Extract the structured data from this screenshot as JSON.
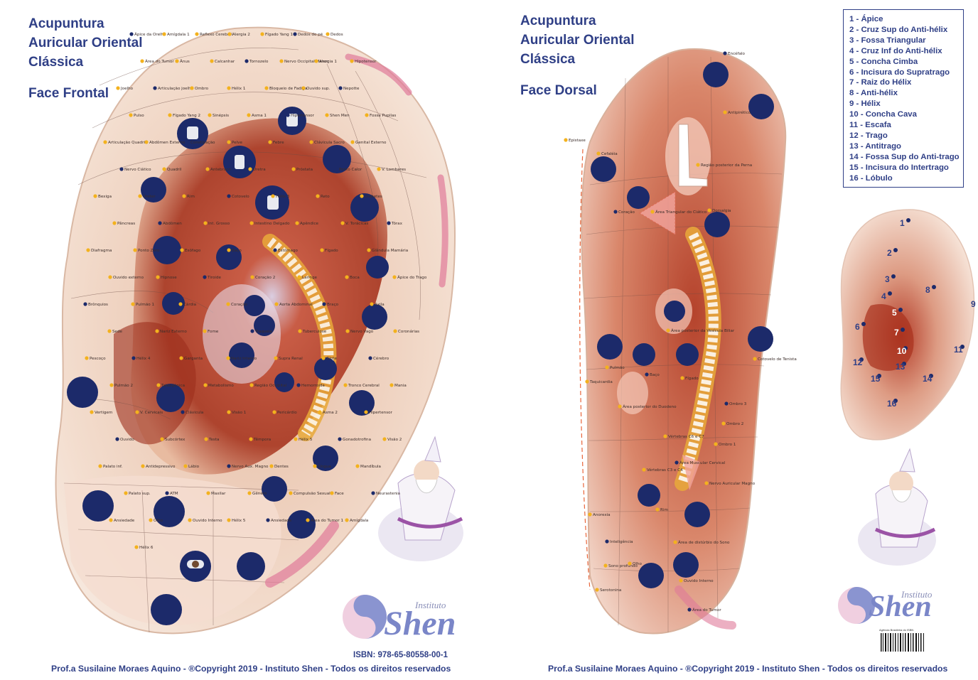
{
  "left_panel": {
    "title_lines": [
      "Acupuntura",
      "Auricular Oriental",
      "Clássica"
    ],
    "face": "Face Frontal",
    "points": [
      "Ápice da Orelha",
      "Amígdala 1",
      "Reflexo Cerebral",
      "Alergia 2",
      "Fígado Yang 1",
      "Dedos do pé",
      "Dedos",
      "Área do Tumor 2",
      "Ânus",
      "Calcanhar",
      "Tornozelo",
      "Nervo Occipital Menor",
      "Alergia 1",
      "Hipotensor",
      "Joelho",
      "Articulação joelho",
      "Ombro",
      "Hélix 1",
      "Bloqueio de Fadiga",
      "Ouvido sup.",
      "Nepotte",
      "Pulso",
      "Fígado Yang 2",
      "Sinépsis",
      "Asma 1",
      "Hipertensor",
      "Shen Men",
      "Fossa Pupilas",
      "Articulação Quadril",
      "Abdômen Externo",
      "Constipação",
      "Pelve",
      "Febre",
      "Clávicula Sacro",
      "Genital Externo",
      "Nervo Ciático",
      "Quadril",
      "Antebraço",
      "Uretra",
      "Próstata",
      "Ponto Calor",
      "V. Lombares",
      "Bexiga",
      "Ureter",
      "Rim",
      "Cotovelo",
      "Hélix 3",
      "Reto",
      "Diabetes",
      "Pâncreas",
      "Abdômen",
      "Int. Grosso",
      "Intestino Delgado",
      "Apêndice",
      "V. Torácicas",
      "Tórax",
      "Diafragma",
      "Ponto Zero",
      "Esôfago",
      "Baço",
      "Estômago",
      "Fígado",
      "Glândula Mamária",
      "Ouvido externo",
      "Hipnose",
      "Tiroide",
      "Coração 2",
      "Laringe",
      "Boca",
      "Ápice do Trago",
      "Brônquios",
      "Pulmão 1",
      "Cárdia",
      "Coração",
      "Aorta Abdominal",
      "Braço",
      "Axila",
      "Sede",
      "Nariz Externo",
      "Fome",
      "Traqueia",
      "Tuberculose",
      "Nervo Vago",
      "Coronárias",
      "Pescoço",
      "Hélix 4",
      "Garganta",
      "Nariz Interno",
      "Supra Renal",
      "Glote",
      "Cérebro",
      "Pulmão 2",
      "Taleagúnica",
      "Metabolismo",
      "Região Occipital",
      "Hemorroida",
      "Tronco Cerebral",
      "Mania",
      "Vertigem",
      "V. Cervicais",
      "Clávicula",
      "Visão 1",
      "Pericárdio",
      "Asma 2",
      "Hipertensor",
      "Ouvido",
      "Subcórtex",
      "Testa",
      "Têmpora",
      "Hélix 5",
      "Gonadotrofina",
      "Visão 2",
      "Palato inf.",
      "Antidepressivo",
      "Lábio",
      "Nervo Aux. Magno",
      "Dentes",
      "Língua",
      "Mandíbula",
      "Palato sup.",
      "ATM",
      "Maxilar",
      "Gênero",
      "Compulsão Sexual",
      "Face",
      "Neurastenia",
      "Ansiedade",
      "Olho",
      "Ouvido Interno",
      "Hélix 5",
      "Ansiedade",
      "Área do Tumor 1",
      "Amígdala",
      "Hélix 6"
    ],
    "isbn": "ISBN: 978-65-80558-00-1",
    "footer": "Prof.a Susilaine Moraes Aquino - ®Copyright 2019 - Instituto Shen - Todos os direitos reservados"
  },
  "right_panel": {
    "title_lines": [
      "Acupuntura",
      "Auricular Oriental",
      "Clássica"
    ],
    "face": "Face Dorsal",
    "points": [
      "Encéfalo",
      "Antipirético",
      "Epistaxe",
      "Cefaléia",
      "Região posterior da Perna",
      "Coração",
      "Área Triangular do Ciático",
      "Dorsalgia",
      "Área posterior da Vesícula Biliar",
      "Pulmão",
      "Baço",
      "Fígado",
      "Cotovelo de Tenista",
      "Taquicardia",
      "Área posterior do Duodeno",
      "Ombro 3",
      "Ombro 2",
      "Ombro 1",
      "Vértebras C6 e C7",
      "Vértebras C3 e C4",
      "Área Muscular Cervical",
      "Nervo Auricular Magno",
      "Rim",
      "Anorexia",
      "Área de distúrbio do Sono",
      "Inteligência",
      "Sono profundo",
      "Olho",
      "Ouvido Interno",
      "Serotonina",
      "Área do Tumor"
    ],
    "legend": [
      "1 -  Ápice",
      "2 -  Cruz Sup do Anti-hélix",
      "3 -  Fossa Triangular",
      "4 -  Cruz Inf do Anti-hélix",
      "5 -  Concha Cimba",
      "6 -  Incisura do Supratrago",
      "7 -  Raiz do Hélix",
      "8 -  Anti-hélix",
      "9 -  Hélix",
      "10 - Concha Cava",
      "11 - Escafa",
      "12 - Trago",
      "13 - Antitrago",
      "14 - Fossa Sup do Anti-trago",
      "15 - Incisura do Intertrago",
      "16 - Lóbulo"
    ],
    "mini_ear_numbers": [
      "1",
      "2",
      "3",
      "4",
      "5",
      "6",
      "7",
      "8",
      "9",
      "10",
      "11",
      "12",
      "13",
      "14",
      "15",
      "16"
    ],
    "barcode_caption": "Agência Brasileira do ISBN",
    "footer": "Prof.a Susilaine Moraes Aquino - ®Copyright 2019 - Instituto Shen - Todos os direitos reservados"
  },
  "logo": {
    "small": "Instituto",
    "big": "Shen"
  },
  "colors": {
    "title": "#2f3f86",
    "ear_skin": "#f1d9c9",
    "ear_inner": "#b8412b",
    "point_dot": "#f3b21e",
    "icon_circle": "#1c2a6a"
  }
}
